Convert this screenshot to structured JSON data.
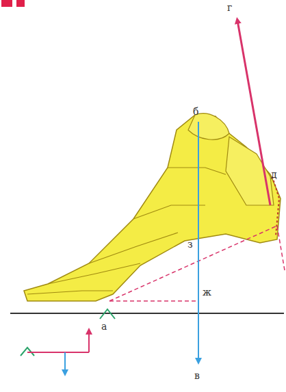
{
  "diagram": {
    "labels": [
      "г",
      "б",
      "д",
      "з",
      "ж",
      "а",
      "в"
    ]
  }
}
